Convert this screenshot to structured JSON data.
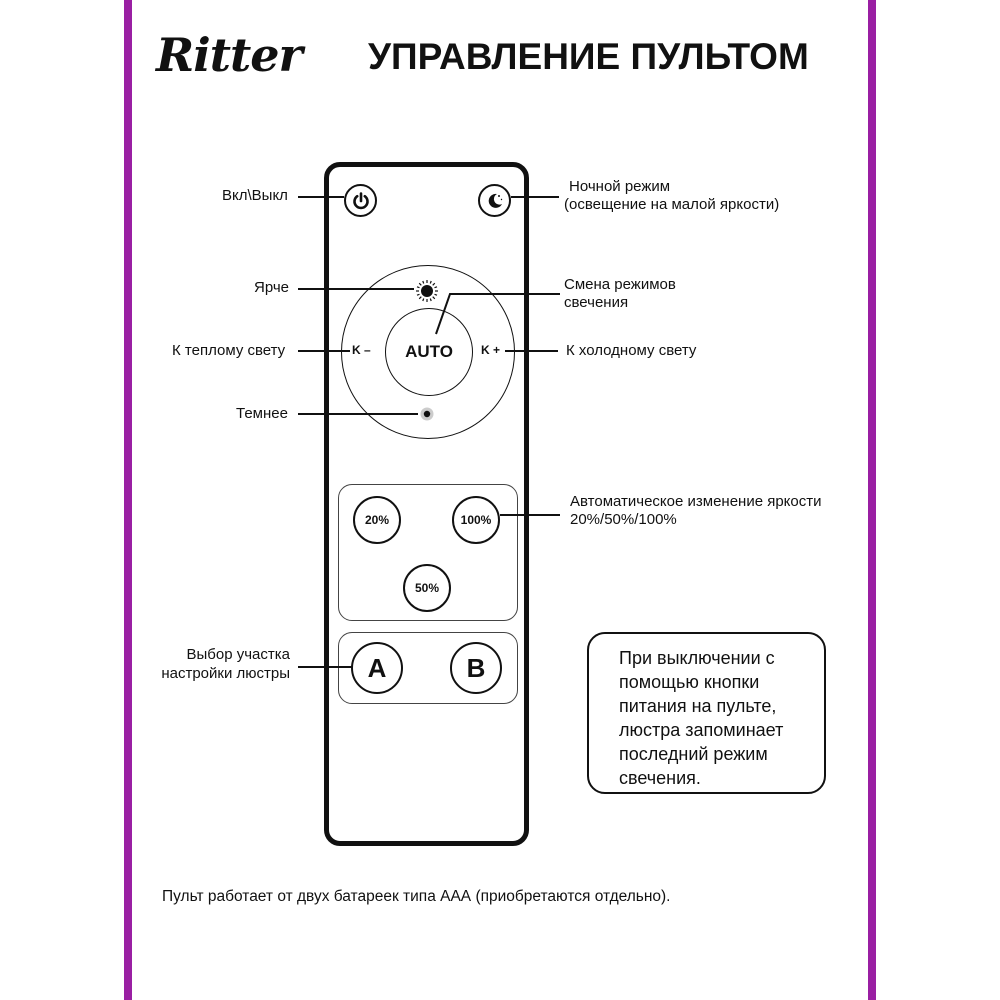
{
  "brand": {
    "logo_text": "Ritter"
  },
  "header": {
    "title": "УПРАВЛЕНИЕ ПУЛЬТОМ"
  },
  "colors": {
    "frame": "#9a1fa3",
    "ink": "#111111"
  },
  "remote": {
    "power_icon": "power-icon",
    "night_icon": "moon-icon",
    "brighter_icon": "sun-icon",
    "darker_icon": "dim-dot-icon",
    "auto_label": "AUTO",
    "k_minus_label": "K –",
    "k_plus_label": "K +",
    "preset_20": "20%",
    "preset_100": "100%",
    "preset_50": "50%",
    "zone_a": "A",
    "zone_b": "B"
  },
  "labels": {
    "power": "Вкл\\Выкл",
    "night_line1": "Ночной режим",
    "night_line2": "(освещение на малой яркости)",
    "brighter": "Ярче",
    "mode_line1": "Смена режимов",
    "mode_line2": "свечения",
    "warm": "К теплому свету",
    "cold": "К холодному свету",
    "darker": "Темнее",
    "auto_brightness_line1": "Автоматическое изменение яркости",
    "auto_brightness_line2": "20%/50%/100%",
    "zone_line1": "Выбор участка",
    "zone_line2": "настройки люстры"
  },
  "note": {
    "line1": "При выключении с",
    "line2": "помощью кнопки",
    "line3": "питания на пульте,",
    "line4": "люстра запоминает",
    "line5": "последний режим",
    "line6": "свечения."
  },
  "footer": {
    "text": "Пульт работает от двух батареек типа ААА (приобретаются отдельно)."
  }
}
